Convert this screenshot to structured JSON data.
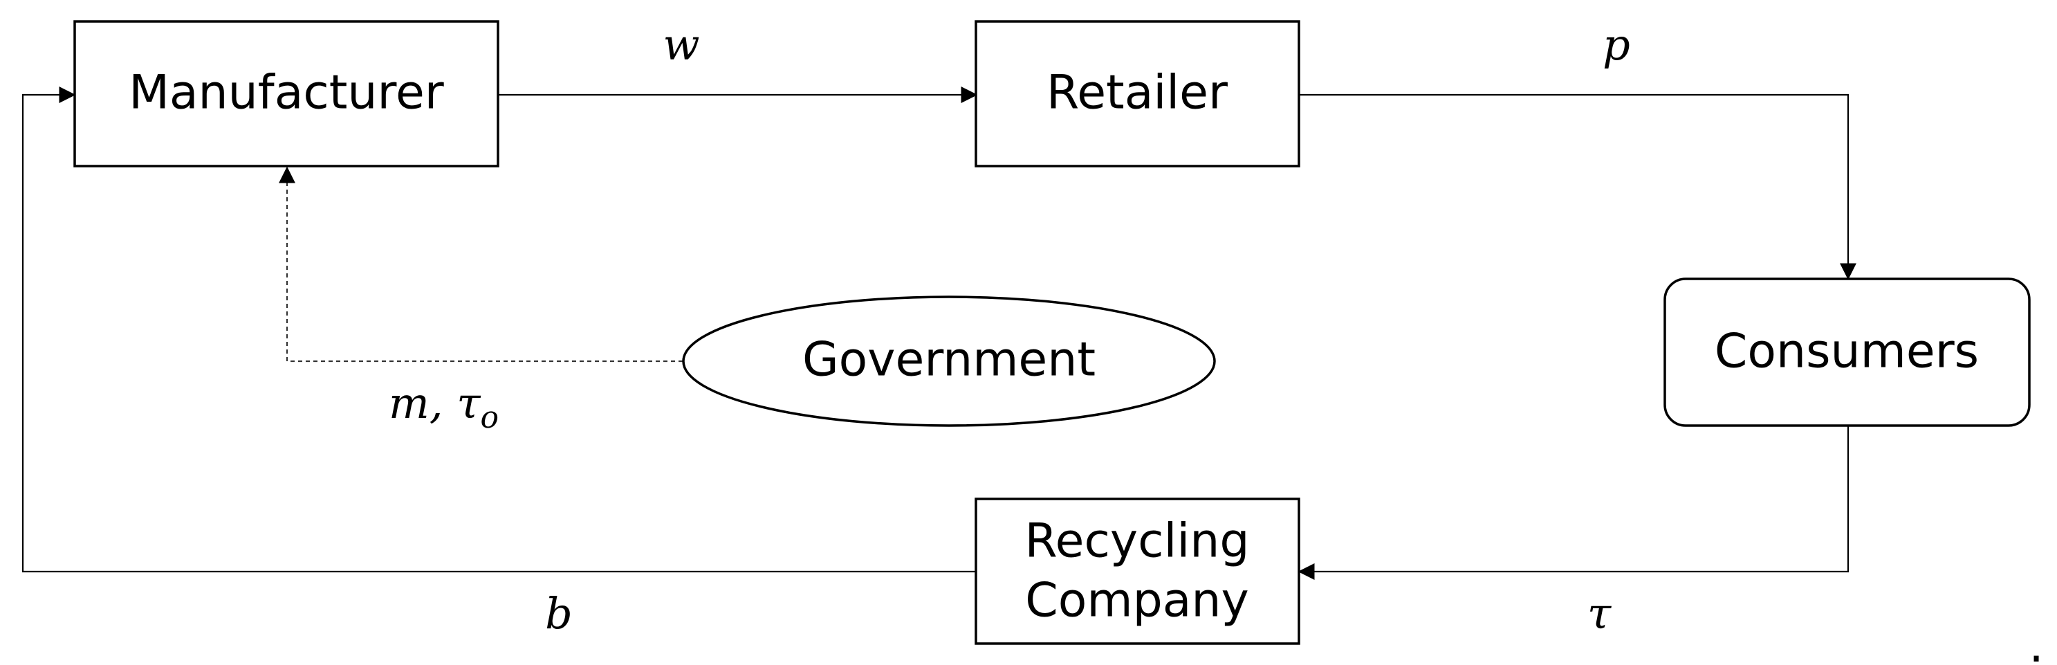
{
  "nodes": {
    "manufacturer": "Manufacturer",
    "retailer": "Retailer",
    "consumers": "Consumers",
    "recycling_line1": "Recycling",
    "recycling_line2": "Company",
    "government": "Government"
  },
  "edge_labels": {
    "wholesale_price": "w",
    "retail_price": "p",
    "recycling_price": "τ",
    "buyback_price": "b",
    "government_main": "m, τ",
    "government_sub": "o"
  },
  "footnote": "."
}
